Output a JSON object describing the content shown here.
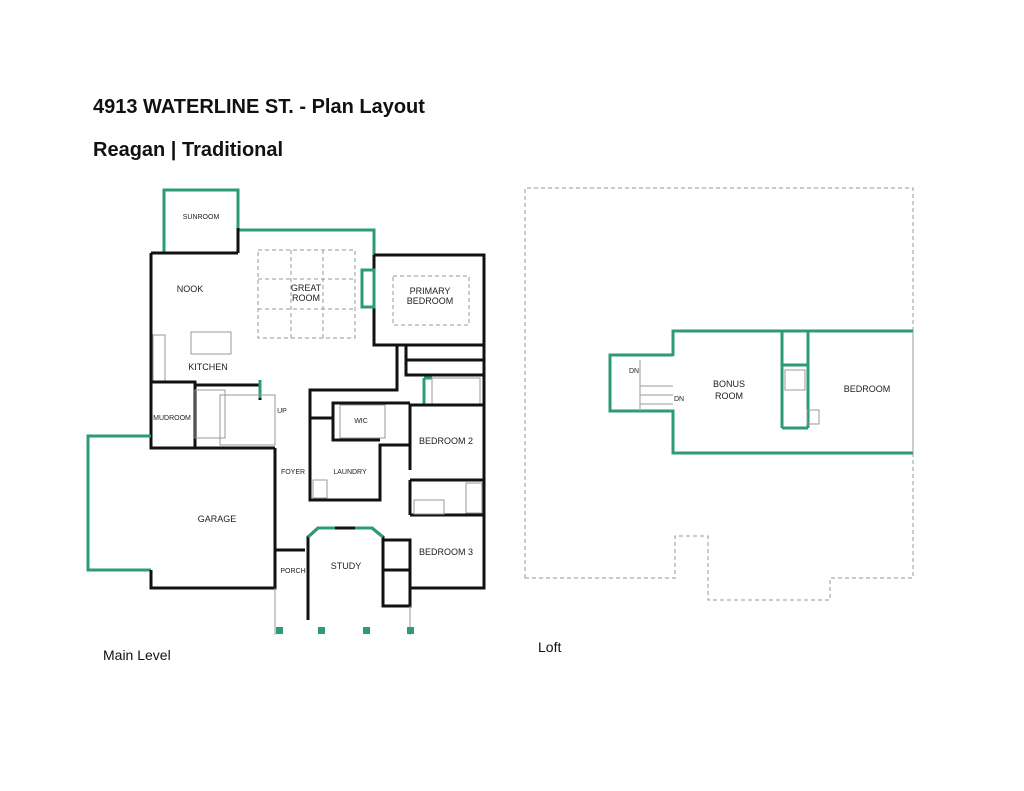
{
  "header": {
    "title": "4913 WATERLINE ST. - Plan Layout",
    "subtitle": "Reagan | Traditional"
  },
  "main_level": {
    "caption": "Main Level",
    "rooms": {
      "sunroom": "SUNROOM",
      "nook": "NOOK",
      "great_room_1": "GREAT",
      "great_room_2": "ROOM",
      "primary_1": "PRIMARY",
      "primary_2": "BEDROOM",
      "kitchen": "KITCHEN",
      "mudroom": "MUDROOM",
      "up": "UP",
      "wic": "WIC",
      "bedroom2": "BEDROOM 2",
      "foyer": "FOYER",
      "laundry": "LAUNDRY",
      "garage": "GARAGE",
      "study": "STUDY",
      "porch": "PORCH",
      "bedroom3": "BEDROOM 3"
    }
  },
  "loft": {
    "caption": "Loft",
    "rooms": {
      "bonus_1": "BONUS",
      "bonus_2": "ROOM",
      "bedroom": "BEDROOM",
      "dn1": "DN",
      "dn2": "DN"
    }
  },
  "colors": {
    "exterior_accent": "#2e9b77",
    "wall": "#111111"
  }
}
